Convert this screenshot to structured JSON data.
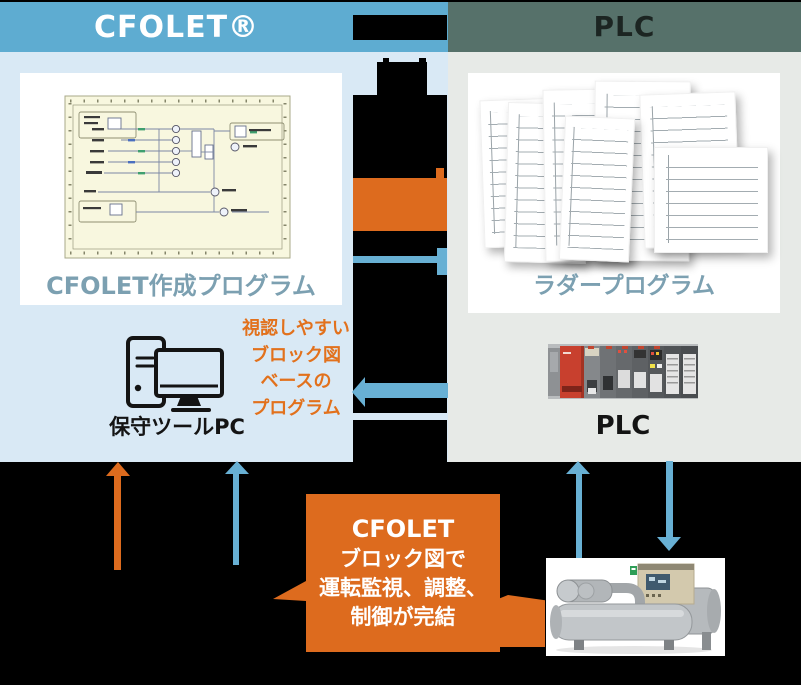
{
  "panels": {
    "cfolet": {
      "title": "CFOLET®",
      "caption": "CFOLET作成プログラム"
    },
    "plc": {
      "title": "PLC",
      "caption": "ラダープログラム"
    }
  },
  "labels": {
    "maintenance_pc": "保守ツールPC",
    "plc_device": "PLC"
  },
  "orange_note": {
    "lines": [
      "視認しやすい",
      "ブロック図",
      "ベースの",
      "プログラム"
    ]
  },
  "bubble": {
    "lines": [
      "CFOLET",
      "ブロック図で",
      "運転監視、調整、",
      "制御が完結"
    ]
  },
  "icons": [
    "desktop-pc-icon",
    "block-diagram-image",
    "ladder-program-pages",
    "plc-hardware-image",
    "chiller-image"
  ],
  "colors": {
    "cfolet_header_blue": "#5EACD1",
    "plc_header_slate": "#56716A",
    "cfolet_panel_bg": "#D9E9F5",
    "plc_panel_bg": "#E7EAE7",
    "accent_orange": "#DD6B1E",
    "arrow_blue": "#68B0D4",
    "caption_blue_gray": "#7CA0B1",
    "background_black": "#000000"
  }
}
